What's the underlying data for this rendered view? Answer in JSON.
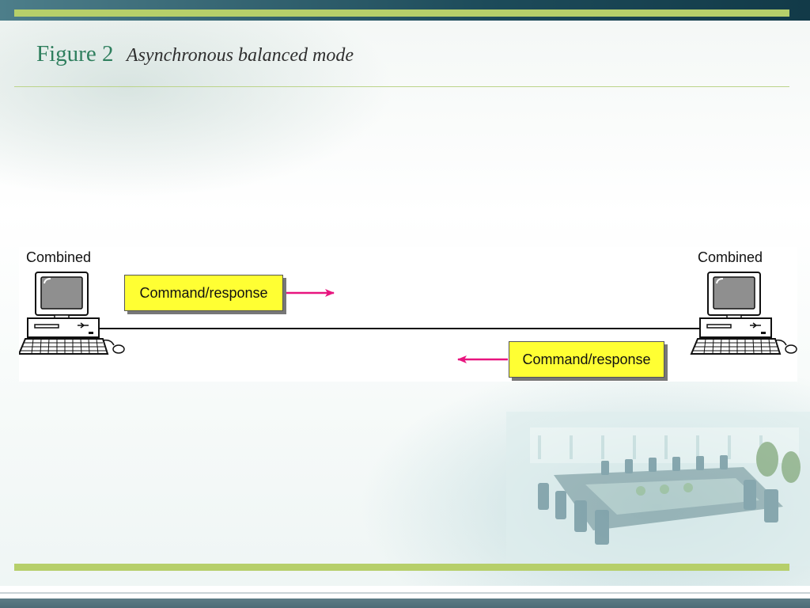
{
  "slide": {
    "title": "Figure 2",
    "subtitle": "Asynchronous balanced mode"
  },
  "diagram": {
    "left_station": {
      "label": "Combined",
      "icon": "computer-icon"
    },
    "right_station": {
      "label": "Combined",
      "icon": "computer-icon"
    },
    "frames": [
      {
        "label": "Command/response",
        "direction": "left-to-right"
      },
      {
        "label": "Command/response",
        "direction": "right-to-left"
      }
    ],
    "colors": {
      "frame_fill": "#ffff33",
      "arrow": "#e8157f",
      "title": "#2f7f5e",
      "accent_bar": "#b6cf6a"
    }
  }
}
